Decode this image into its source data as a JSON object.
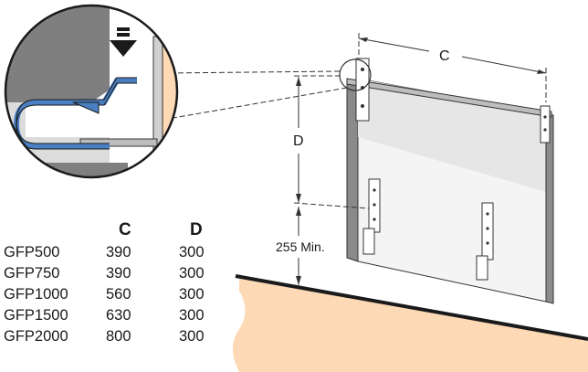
{
  "diagram": {
    "dimension_c_label": "C",
    "dimension_d_label": "D",
    "min_height_label": "255 Min."
  },
  "table": {
    "headers": [
      "C",
      "D"
    ],
    "rows": [
      {
        "model": "GFP500",
        "c": "390",
        "d": "300"
      },
      {
        "model": "GFP750",
        "c": "390",
        "d": "300"
      },
      {
        "model": "GFP1000",
        "c": "560",
        "d": "300"
      },
      {
        "model": "GFP1500",
        "c": "630",
        "d": "300"
      },
      {
        "model": "GFP2000",
        "c": "800",
        "d": "300"
      }
    ]
  },
  "colors": {
    "floor_fill": "#fdd9b5",
    "wall_dark": "#7f7f7f",
    "wall_light": "#cfcfcf",
    "bracket_blue": "#4a7fc1",
    "line": "#1a1a1a"
  }
}
